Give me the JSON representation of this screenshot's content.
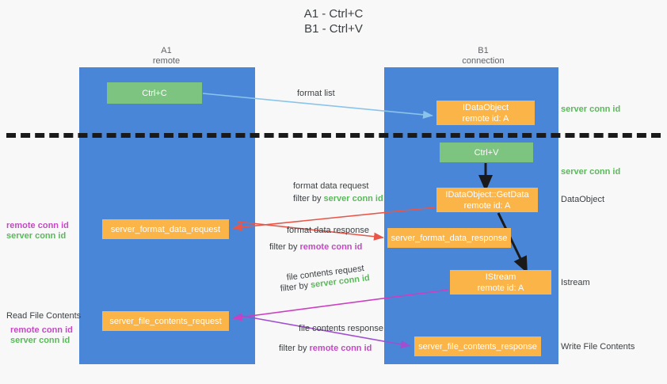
{
  "title": {
    "line1": "A1 - Ctrl+C",
    "line2": "B1 - Ctrl+V"
  },
  "columns": [
    {
      "id": "a1",
      "name": "A1",
      "sub": "remote"
    },
    {
      "id": "b1",
      "name": "B1",
      "sub": "connection"
    }
  ],
  "colors": {
    "lane": "#4a86d8",
    "green_box": "#7cc47f",
    "orange_box": "#fbb447",
    "server_conn": "#5cb85c",
    "remote_conn": "#c44ac4",
    "arrow_blue": "#8ac4ea",
    "arrow_red": "#e8564a",
    "arrow_magenta": "#cc3fc0",
    "arrow_purple": "#a04fd0",
    "arrow_black": "#1a1a1a",
    "divider": "#1a1a1a"
  },
  "boxes": {
    "ctrl_c": "Ctrl+C",
    "ctrl_v": "Ctrl+V",
    "idataobject_title": "IDataObject",
    "idataobject_sub": "remote id: A",
    "getdata_title": "IDataObject::GetData",
    "getdata_sub": "remote id: A",
    "istream_title": "IStream",
    "istream_sub": "remote id: A",
    "server_format_data_request": "server_format_data_request",
    "server_format_data_response": "server_format_data_response",
    "server_file_contents_request": "server_file_contents_request",
    "server_file_contents_response": "server_file_contents_response"
  },
  "edge_labels": {
    "format_list": "format list",
    "format_data_request": "format data request",
    "filter_by": "filter by ",
    "server_conn_id": "server conn id",
    "format_data_response": "format data response",
    "remote_conn_id": "remote conn id",
    "file_contents_request": "file contents request",
    "file_contents_response": "file contents response"
  },
  "right_annotations": [
    {
      "id": "server-conn-top",
      "text": "server conn id",
      "style": "green"
    },
    {
      "id": "server-conn-mid",
      "text": "server conn id",
      "style": "green"
    },
    {
      "id": "dataobject",
      "text": "DataObject",
      "style": "plain"
    },
    {
      "id": "istream",
      "text": "Istream",
      "style": "plain"
    },
    {
      "id": "write-file-contents",
      "text": "Write File Contents",
      "style": "plain"
    }
  ],
  "left_annotations": {
    "group1_remote": "remote conn id",
    "group1_server": "server conn id",
    "read_file_contents": "Read File Contents",
    "group2_remote": "remote conn id",
    "group2_server": "server conn id"
  }
}
